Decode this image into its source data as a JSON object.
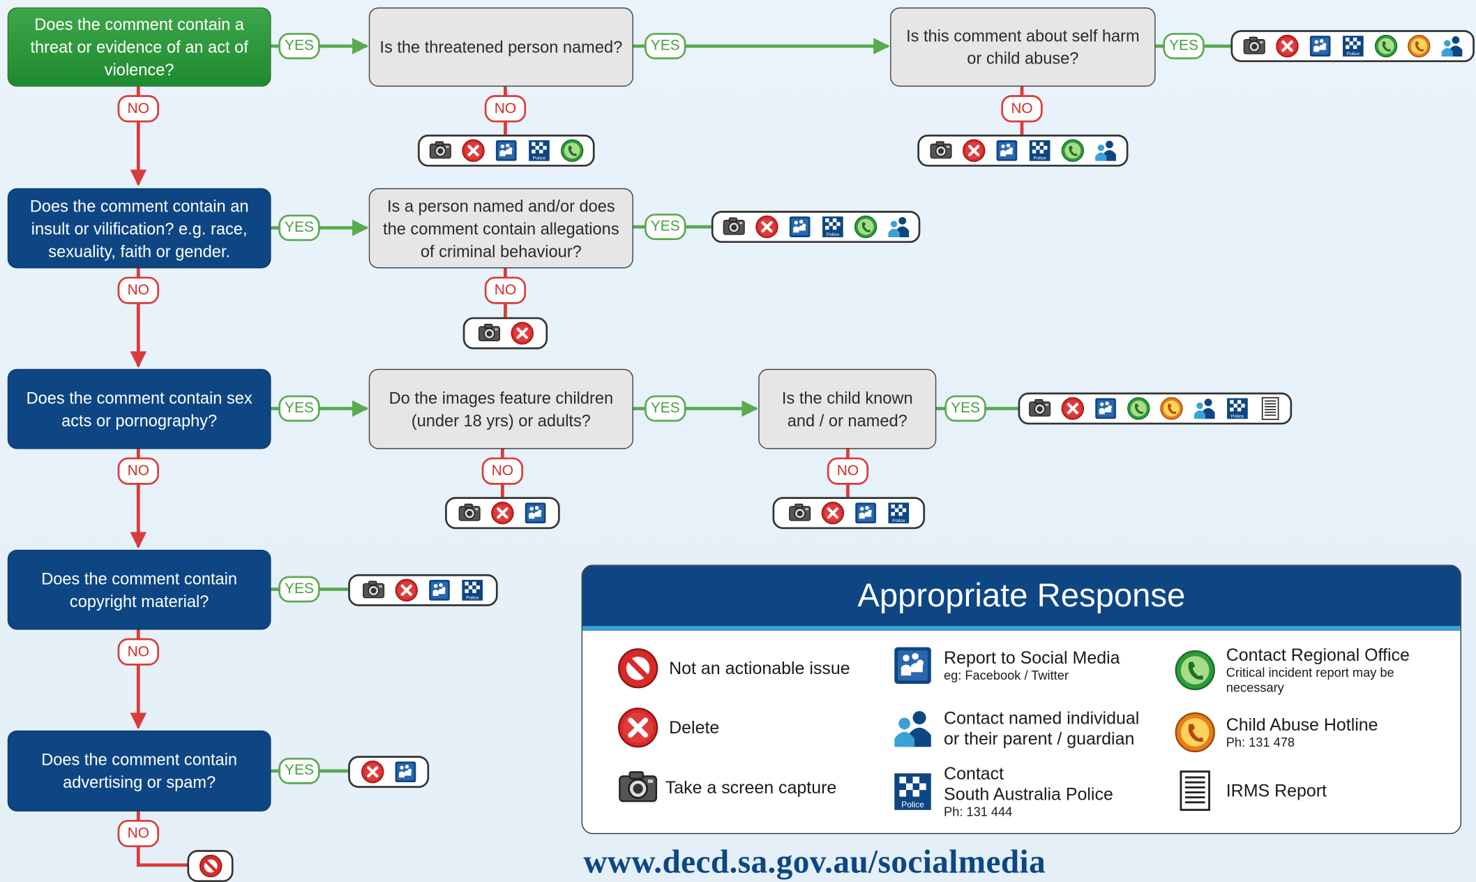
{
  "colors": {
    "primary_blue": "#0d4683",
    "start_green": "#2d9a3c",
    "yes_green": "#5aaa50",
    "no_red": "#d93b3b",
    "accent_cyan": "#3aa0d8"
  },
  "edge_labels": {
    "yes": "YES",
    "no": "NO"
  },
  "questions": {
    "q1": "Does the comment contain a threat or evidence of an act of violence?",
    "q1a": "Is the threatened person named?",
    "q1b": "Is this comment about self harm or child abuse?",
    "q2": "Does the comment contain an insult or vilification? e.g. race, sexuality, faith or gender.",
    "q2a": "Is a person named and/or does the comment contain allegations of criminal behaviour?",
    "q3": "Does the comment contain sex acts or pornography?",
    "q3a": "Do the images feature children (under 18 yrs) or adults?",
    "q3b": "Is the child known and / or named?",
    "q4": "Does the comment contain copyright material?",
    "q5": "Does the comment contain advertising or spam?"
  },
  "trays": {
    "q1b_yes": [
      "camera-icon",
      "delete-icon",
      "report-social-icon",
      "police-icon",
      "regional-office-icon",
      "child-abuse-hotline-icon",
      "contact-individual-icon"
    ],
    "q1a_no": [
      "camera-icon",
      "delete-icon",
      "report-social-icon",
      "police-icon",
      "regional-office-icon"
    ],
    "q1b_no": [
      "camera-icon",
      "delete-icon",
      "report-social-icon",
      "police-icon",
      "regional-office-icon",
      "contact-individual-icon"
    ],
    "q2a_yes": [
      "camera-icon",
      "delete-icon",
      "report-social-icon",
      "police-icon",
      "regional-office-icon",
      "contact-individual-icon"
    ],
    "q2a_no": [
      "camera-icon",
      "delete-icon"
    ],
    "q3b_yes": [
      "camera-icon",
      "delete-icon",
      "report-social-icon",
      "regional-office-icon",
      "child-abuse-hotline-icon",
      "contact-individual-icon",
      "police-icon",
      "irms-icon"
    ],
    "q3a_no": [
      "camera-icon",
      "delete-icon",
      "report-social-icon"
    ],
    "q3b_no": [
      "camera-icon",
      "delete-icon",
      "report-social-icon",
      "police-icon"
    ],
    "q4_yes": [
      "camera-icon",
      "delete-icon",
      "report-social-icon",
      "police-icon"
    ],
    "q5_yes": [
      "delete-icon",
      "report-social-icon"
    ],
    "q5_no": [
      "not-actionable-icon"
    ]
  },
  "legend": {
    "title": "Appropriate Response",
    "items": {
      "not_actionable": {
        "label": "Not an actionable issue",
        "icon": "not-actionable-icon"
      },
      "delete": {
        "label": "Delete",
        "icon": "delete-icon"
      },
      "screen_capture": {
        "label": "Take a screen capture",
        "icon": "camera-icon"
      },
      "report_social": {
        "label": "Report to Social Media",
        "sub": "eg: Facebook / Twitter",
        "icon": "report-social-icon"
      },
      "contact_individual": {
        "label": "Contact named individual",
        "label2": "or their parent / guardian",
        "icon": "contact-individual-icon"
      },
      "police": {
        "label": "Contact",
        "label2": "South Australia Police",
        "sub": "Ph: 131 444",
        "badge": "Police",
        "icon": "police-icon"
      },
      "regional_office": {
        "label": "Contact Regional Office",
        "sub": "Critical incident report may be necessary",
        "icon": "regional-office-icon"
      },
      "child_abuse": {
        "label": "Child Abuse Hotline",
        "sub": "Ph: 131 478",
        "icon": "child-abuse-hotline-icon"
      },
      "irms": {
        "label": "IRMS Report",
        "icon": "irms-icon"
      }
    }
  },
  "url": "www.decd.sa.gov.au/socialmedia"
}
